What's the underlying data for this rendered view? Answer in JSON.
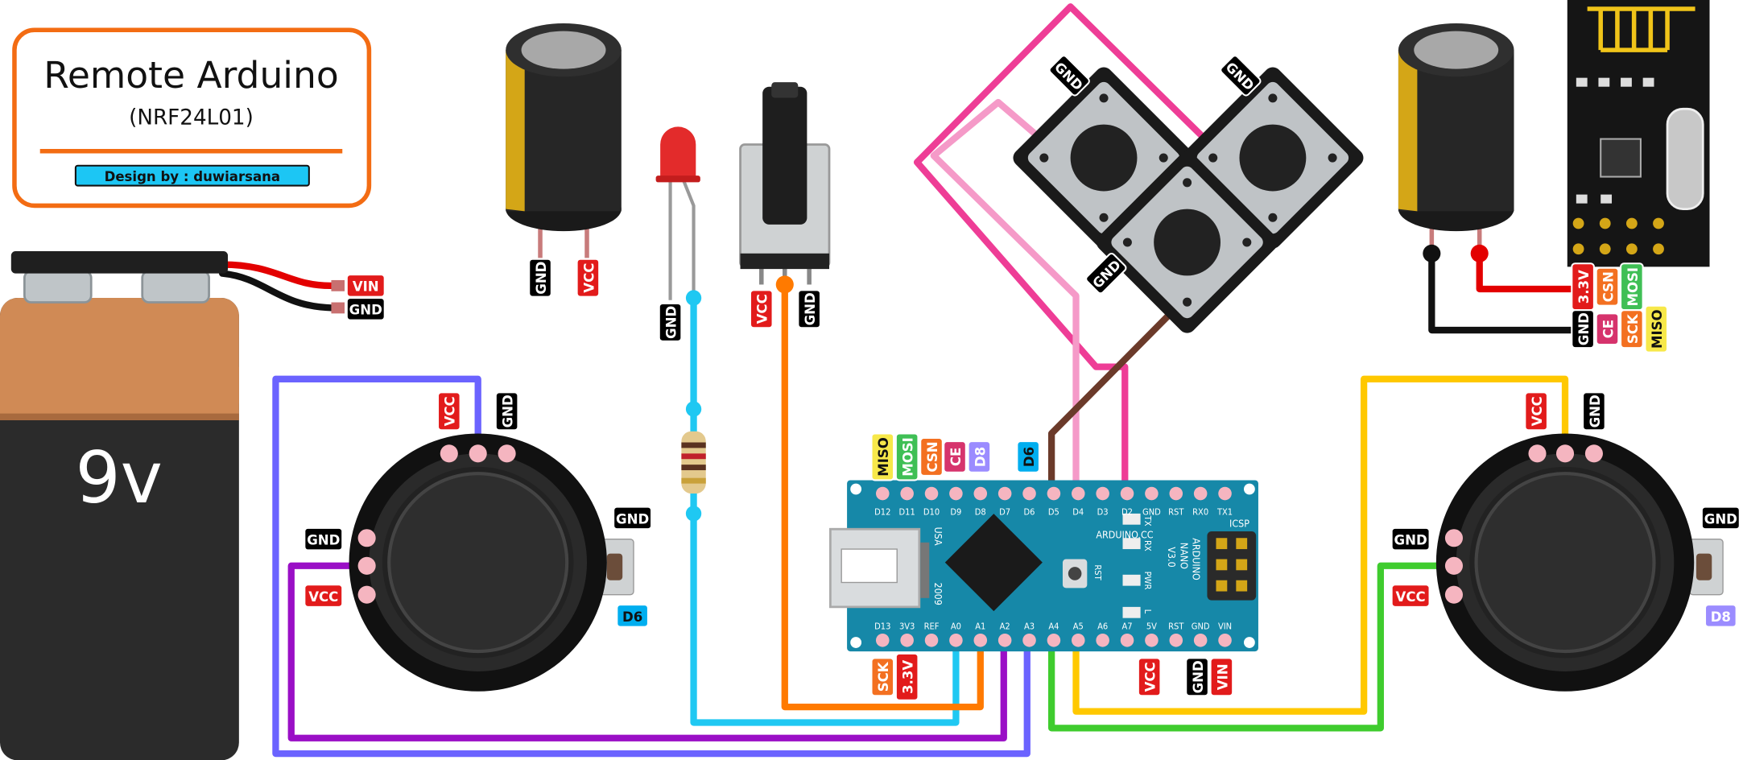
{
  "title_box": {
    "title": "Remote Arduino",
    "subtitle": "(NRF24L01)",
    "credit": "Design by : duwiarsana"
  },
  "battery": {
    "voltage_label": "9v",
    "leads": [
      "VIN",
      "GND"
    ]
  },
  "left_capacitor": {
    "pins": [
      "GND",
      "VCC"
    ]
  },
  "led": {
    "pin": "GND"
  },
  "potentiometer": {
    "pins": [
      "VCC",
      "GND"
    ]
  },
  "buttons": {
    "labels": [
      "GND",
      "GND",
      "GND"
    ]
  },
  "right_capacitor": {},
  "nrf_module": {
    "row1": [
      "3.3V",
      "CSN",
      "MOSI"
    ],
    "row2": [
      "GND",
      "CE",
      "SCK",
      "MISO"
    ]
  },
  "left_joystick": {
    "top": [
      "VCC",
      "GND"
    ],
    "side": [
      "GND",
      "VCC"
    ],
    "switch": [
      "GND",
      "D6"
    ]
  },
  "right_joystick": {
    "top": [
      "VCC",
      "GND"
    ],
    "side": [
      "GND",
      "VCC"
    ],
    "switch": [
      "GND",
      "D8"
    ]
  },
  "nano": {
    "top_tags": [
      "MISO",
      "MOSI",
      "CSN",
      "CE",
      "D8",
      "D6"
    ],
    "bottom_tags_left": [
      "SCK",
      "3.3V"
    ],
    "bottom_tags_right": [
      "VCC",
      "GND",
      "VIN"
    ],
    "top_pins": [
      "D12",
      "D11",
      "D10",
      "D9",
      "D8",
      "D7",
      "D6",
      "D5",
      "D4",
      "D3",
      "D2",
      "GND",
      "RST",
      "RX0",
      "TX1"
    ],
    "bottom_pins": [
      "D13",
      "3V3",
      "REF",
      "A0",
      "A1",
      "A2",
      "A3",
      "A4",
      "A5",
      "A6",
      "A7",
      "5V",
      "RST",
      "GND",
      "VIN"
    ],
    "brand": "ARDUINO.CC",
    "model": [
      "ARDUINO",
      "NANO",
      "V3.0"
    ],
    "usa": "USA",
    "year": "2009",
    "icsp": "ICSP",
    "rst": "RST",
    "leds": [
      "TX",
      "RX",
      "PWR",
      "L"
    ]
  },
  "colors": {
    "label_black": "#000000",
    "label_red": "#e21b1b",
    "label_cyan": "#00aeef",
    "label_orange": "#f37021",
    "label_purple": "#9b8cff",
    "board_blue": "#1688a8",
    "wire_blue": "#6b63ff",
    "wire_purple": "#9a0fc6",
    "wire_cyan": "#1fc8f2",
    "wire_orange": "#ff7a00",
    "wire_yellow": "#ffc800",
    "wire_green": "#3fcc2e",
    "wire_pink": "#ee3d96",
    "wire_lightpink": "#f59ac8",
    "wire_brown": "#6b3a2a",
    "title_border": "#f36c13"
  }
}
